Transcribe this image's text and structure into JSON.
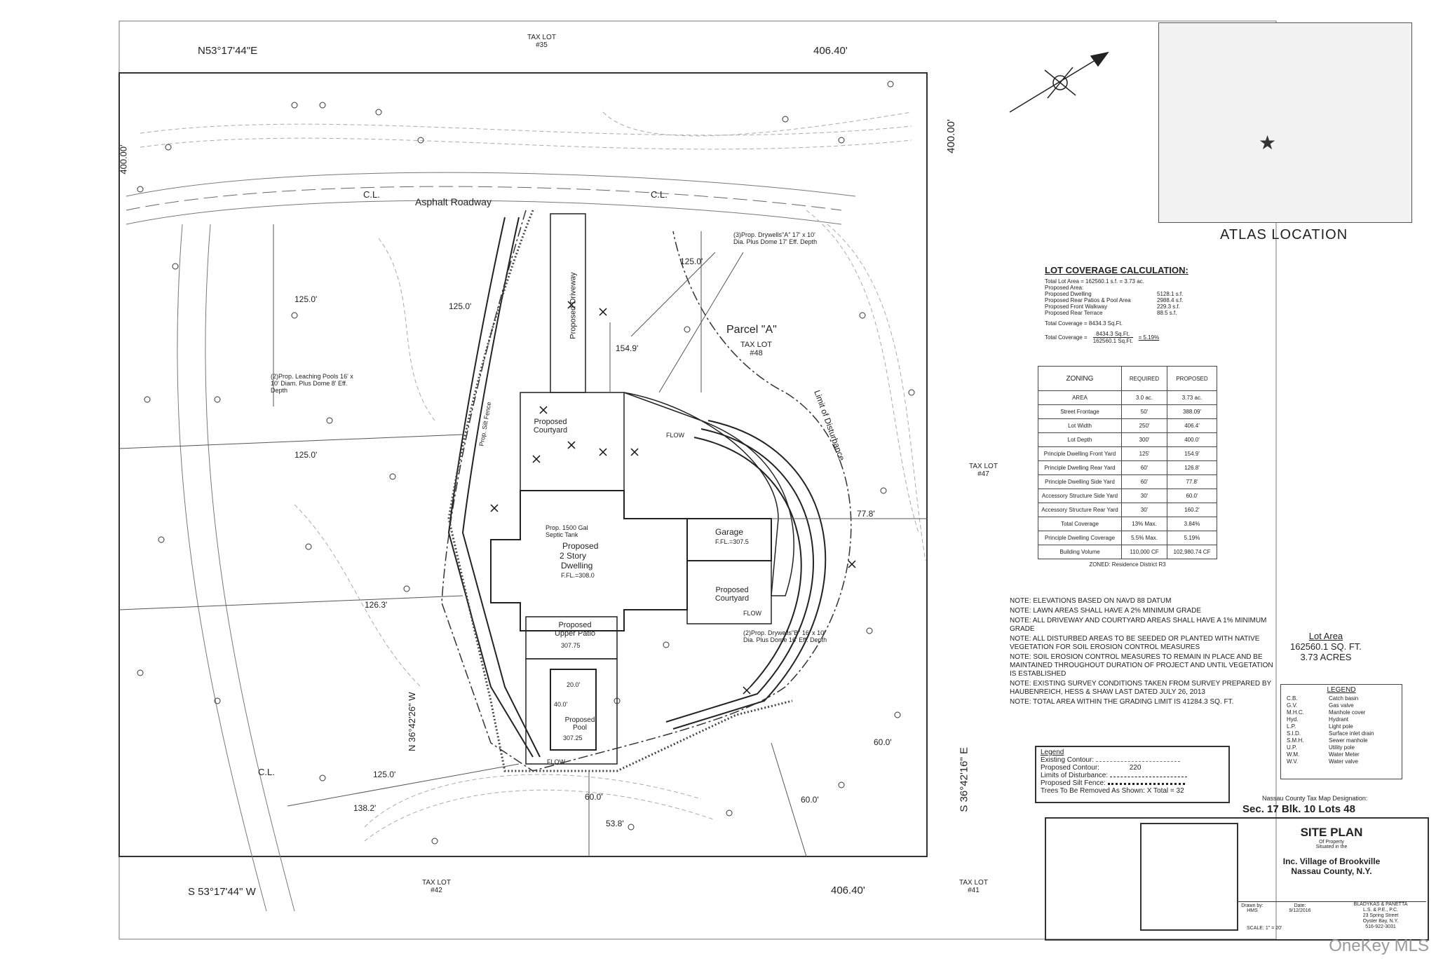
{
  "boundary": {
    "north_bearing": "N53°17'44\"E",
    "north_distance": "406.40'",
    "south_bearing": "S 53°17'44\" W",
    "south_distance": "406.40'",
    "east_bearing": "S 36°42'16\" E",
    "east_distance": "400.00'",
    "west_bearing": "N 36°42'26\" W",
    "west_distance": "400.00'"
  },
  "adjacent_lots": [
    {
      "label": "TAX LOT",
      "number": "#35"
    },
    {
      "label": "TAX LOT",
      "number": "#47"
    },
    {
      "label": "TAX LOT",
      "number": "#42"
    },
    {
      "label": "TAX LOT",
      "number": "#41"
    }
  ],
  "parcel": {
    "name": "Parcel \"A\"",
    "tax_lot": "TAX LOT",
    "tax_number": "#48"
  },
  "plan_labels": {
    "roadway": "Asphalt Roadway",
    "cl": "C.L.",
    "driveway": "Proposed Driveway",
    "courtyard_front": "Proposed Courtyard",
    "dwelling_1": "Proposed",
    "dwelling_2": "2 Story",
    "dwelling_3": "Dwelling",
    "dwelling_ffe": "F.FL.=308.0",
    "garage": "Garage",
    "garage_ffe": "F.FL.=307.5",
    "courtyard_rear": "Proposed Courtyard",
    "upper_patio": "Proposed Upper Patio",
    "upper_patio_el": "307.75",
    "pool": "Proposed Pool",
    "pool_el": "307.25",
    "pool_w": "20.0'",
    "pool_l": "40.0'",
    "drywells_a": "(3)Prop. Drywells\"A\" 17' x 10' Dia. Plus Dome 17' Eff. Depth",
    "drywells_b": "(2)Prop. Drywells\"B\" 16' x 10' Dia. Plus Dome 16' Eff. Depth",
    "leaching": "(2)Prop. Leaching Pools 16' x 10' Diam. Plus Dome 8' Eff. Depth",
    "septic": "Prop. 1500 Gal Septic Tank",
    "silt": "Prop. Silt Fence",
    "limit": "Limit of Disturbance",
    "flow": "FLOW",
    "setback_125a": "125.0'",
    "setback_125b": "125.0'",
    "setback_125c": "125.0'",
    "setback_154": "154.9'",
    "setback_126": "126.3'",
    "setback_138": "138.2'",
    "setback_60a": "60.0'",
    "setback_60b": "60.0'",
    "setback_60c": "60.0'",
    "setback_53": "53.8'",
    "setback_77": "77.8'",
    "setback_125d": "125.0'",
    "setback_125e": "125.0'"
  },
  "atlas": {
    "title": "ATLAS LOCATION"
  },
  "coverage": {
    "title": "LOT COVERAGE CALCULATION:",
    "total_lot_area": "Total Lot Area = 162560.1 s.f. = 3.73 ac.",
    "proposed_area": "Proposed Area:",
    "items": [
      {
        "label": "Proposed Dwelling",
        "value": "5128.1 s.f."
      },
      {
        "label": "Proposed Rear Patios & Pool Area",
        "value": "2988.4 s.f."
      },
      {
        "label": "Proposed Front Walkway",
        "value": "229.3 s.f."
      },
      {
        "label": "Proposed Rear Terrace",
        "value": "88.5 s.f."
      }
    ],
    "total_coverage": "Total Coverage = 8434.3 Sq.Ft.",
    "ratio_label": "Total Coverage =",
    "ratio_num": "8434.3 Sq.Ft.",
    "ratio_den": "162560.1 Sq.Ft.",
    "ratio_value": "= 5.19%"
  },
  "zoning": {
    "headers": [
      "ZONING",
      "REQUIRED",
      "PROPOSED"
    ],
    "rows": [
      [
        "AREA",
        "3.0 ac.",
        "3.73 ac."
      ],
      [
        "Street Frontage",
        "50'",
        "388.09'"
      ],
      [
        "Lot Width",
        "250'",
        "406.4'"
      ],
      [
        "Lot Depth",
        "300'",
        "400.0'"
      ],
      [
        "Principle Dwelling Front Yard",
        "125'",
        "154.9'"
      ],
      [
        "Principle Dwelling Rear Yard",
        "60'",
        "126.8'"
      ],
      [
        "Principle Dwelling Side Yard",
        "60'",
        "77.8'"
      ],
      [
        "Accessory Structure Side Yard",
        "30'",
        "60.0'"
      ],
      [
        "Accessory Structure Rear Yard",
        "30'",
        "160.2'"
      ],
      [
        "Total Coverage",
        "13% Max.",
        "3.84%"
      ],
      [
        "Principle Dwelling Coverage",
        "5.5% Max.",
        "5.19%"
      ],
      [
        "Building Volume",
        "110,000 CF",
        "102,980.74 CF"
      ]
    ],
    "zoned": "ZONED: Residence District R3"
  },
  "notes": [
    "NOTE: ELEVATIONS BASED ON NAVD 88 DATUM",
    "NOTE: LAWN AREAS SHALL HAVE A 2% MINIMUM GRADE",
    "NOTE: ALL DRIVEWAY AND COURTYARD AREAS SHALL HAVE A 1% MINIMUM GRADE",
    "NOTE: ALL DISTURBED AREAS TO BE SEEDED OR PLANTED WITH NATIVE VEGETATION FOR SOIL EROSION CONTROL MEASURES",
    "NOTE: SOIL EROSION CONTROL MEASURES TO REMAIN IN PLACE AND BE MAINTAINED THROUGHOUT DURATION OF PROJECT AND UNTIL VEGETATION IS ESTABLISHED",
    "NOTE: EXISTING SURVEY CONDITIONS TAKEN FROM SURVEY PREPARED BY HAUBENREICH, HESS & SHAW LAST DATED JULY 26, 2013",
    "NOTE: TOTAL AREA WITHIN THE GRADING LIMIT IS 41284.3 SQ. FT."
  ],
  "lot_area": {
    "title": "Lot Area",
    "sqft": "162560.1 SQ. FT.",
    "acres": "3.73 ACRES"
  },
  "legend": {
    "title": "Legend",
    "existing": "Existing Contour:",
    "proposed": "Proposed Contour:",
    "proposed_num": "220",
    "limits": "Limits of Disturbance:",
    "silt": "Proposed Silt Fence:",
    "trees": "Trees To Be Removed As Shown:",
    "trees_total": "X Total = 32"
  },
  "legend2": {
    "title": "LEGEND",
    "items": [
      {
        "code": "C.B.",
        "desc": "Catch basin"
      },
      {
        "code": "G.V.",
        "desc": "Gas valve"
      },
      {
        "code": "M.H.C.",
        "desc": "Manhole cover"
      },
      {
        "code": "Hyd.",
        "desc": "Hydrant"
      },
      {
        "code": "L.P.",
        "desc": "Light pole"
      },
      {
        "code": "S.I.D.",
        "desc": "Surface inlet drain"
      },
      {
        "code": "S.M.H.",
        "desc": "Sewer manhole"
      },
      {
        "code": "U.P.",
        "desc": "Utility pole"
      },
      {
        "code": "W.M.",
        "desc": "Water Meter"
      },
      {
        "code": "W.V.",
        "desc": "Water valve"
      }
    ]
  },
  "taxmap": {
    "designation": "Nassau County Tax Map Designation:",
    "sec": "Sec. 17 Blk. 10 Lots 48"
  },
  "titleblock": {
    "title": "SITE PLAN",
    "of_property": "Of Property",
    "situated": "Situated in the",
    "village": "Inc. Village of Brookville",
    "county": "Nassau County, N.Y.",
    "drawn_by_label": "Drawn by:",
    "drawn_by": "HMS",
    "date_label": "Date:",
    "date": "9/12/2016",
    "scale": "SCALE: 1\" = 20'",
    "firm": "BLADYKAS & PANETTA",
    "firm2": "L.S. & P.E., P.C.",
    "address1": "23 Spring Street",
    "address2": "Oyster Bay, N.Y.",
    "phone": "516-922-3031"
  },
  "watermark": "OneKey MLS"
}
